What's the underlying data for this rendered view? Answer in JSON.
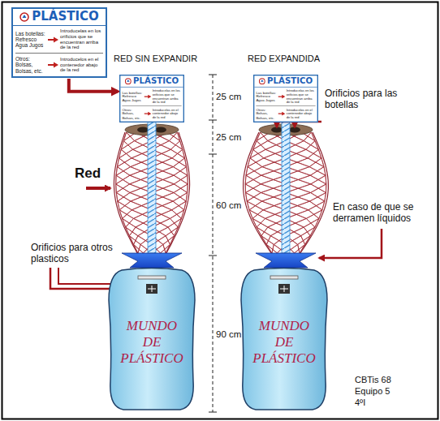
{
  "diagram": {
    "nodes": [
      {
        "text": [
          "PLÁSTICO",
          "Las botellas: Refresco Agua Jugos",
          "Introducelas en los orificios que se encuentran arriba de la red",
          "Otros: Bolsas, Bolsas, etc.",
          "Introducelos en el contenedor abajo de la red"
        ]
      },
      {
        "text": [
          "PLÁSTICO",
          "Las botellas: Refresco Agua Jugos",
          "Introducelas en los orificios que se encuentran arriba de la red",
          "Otros: Bolsas, Bolsas, etc.",
          "Introducelos en el contenedor abajo de la red"
        ]
      },
      {
        "text": [
          "PLÁSTICO",
          "Las botellas: Refresco Agua Jugos",
          "Introducelas en los orificios que se encuentran arriba de la red",
          "Otros: Bolsas, Bolsas, etc.",
          "Introducelos en el contenedor abajo de la red"
        ]
      },
      {
        "text": [
          "MUNDO DE PLÁSTICO"
        ]
      },
      {
        "text": [
          "MUNDO DE PLÁSTICO"
        ]
      }
    ],
    "edges": [
      {
        "from": 0,
        "to": 1,
        "arrow": "to"
      }
    ],
    "labels": [
      "RED SIN EXPANDIR",
      "RED EXPANDIDA",
      "25 cm",
      "25 cm",
      "60 cm",
      "90 cm",
      "Red",
      "Orificios para las botellas",
      "En caso de que se derramen líquidos",
      "Orificios para otros plasticos",
      "CBTis 68",
      "Equipo 5",
      "4ºI"
    ]
  }
}
